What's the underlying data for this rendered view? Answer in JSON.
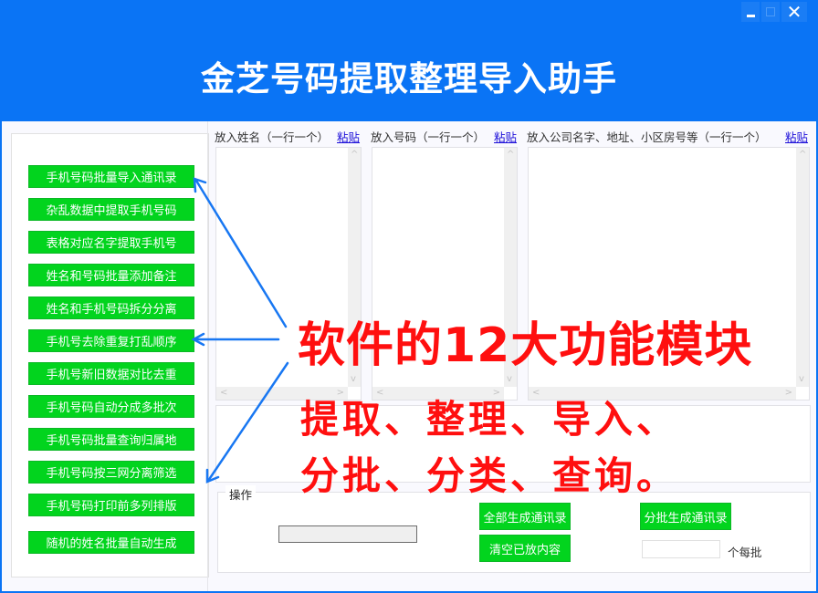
{
  "window": {
    "title": "金芝号码提取整理导入助手",
    "controls": {
      "minimize": "–",
      "maximize": "□",
      "close": "✕"
    },
    "accent_color": "#0a74f5"
  },
  "sidebar": {
    "button_color": "#02d41e",
    "items": [
      {
        "label": "手机号码批量导入通讯录"
      },
      {
        "label": "杂乱数据中提取手机号码"
      },
      {
        "label": "表格对应名字提取手机号"
      },
      {
        "label": "姓名和号码批量添加备注"
      },
      {
        "label": "姓名和手机号码拆分分离"
      },
      {
        "label": "手机号去除重复打乱顺序"
      },
      {
        "label": "手机号新旧数据对比去重"
      },
      {
        "label": "手机号码自动分成多批次"
      },
      {
        "label": "手机号码批量查询归属地"
      },
      {
        "label": "手机号码按三网分离筛选"
      },
      {
        "label": "手机号码打印前多列排版"
      },
      {
        "label": "随机的姓名批量自动生成"
      }
    ]
  },
  "inputs": {
    "names": {
      "label": "放入姓名（一行一个）",
      "paste": "粘贴",
      "value": ""
    },
    "numbers": {
      "label": "放入号码（一行一个）",
      "paste": "粘贴",
      "value": ""
    },
    "extra": {
      "label": "放入公司名字、地址、小区房号等（一行一个）",
      "paste": "粘贴",
      "value": ""
    }
  },
  "operations": {
    "legend": "操作",
    "generate_all": "全部生成通讯录",
    "clear": "清空已放内容",
    "generate_batch": "分批生成通讯录",
    "batch_size_value": "",
    "batch_size_unit": "个每批"
  },
  "overlay": {
    "headline": "软件的12大功能模块",
    "line2": "提取、整理、导入、",
    "line3": "分批、分类、查询。",
    "color": "#ff0f0f",
    "arrow_color": "#1877f2"
  },
  "icons": {
    "scroll_up": "^",
    "scroll_down": "v",
    "scroll_left": "<",
    "scroll_right": ">"
  }
}
